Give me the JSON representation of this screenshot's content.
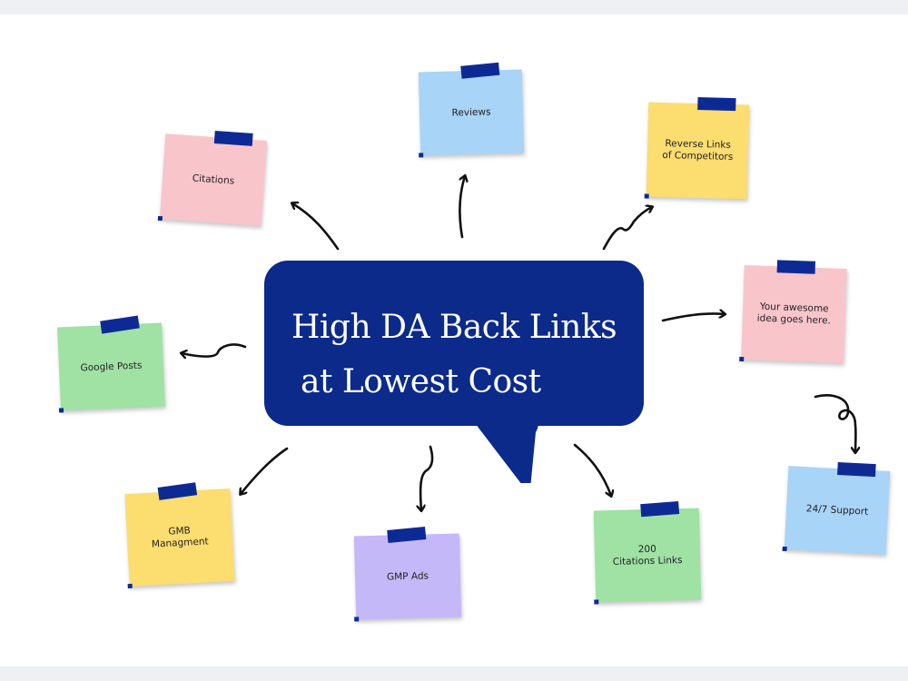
{
  "center": {
    "line1": "High DA Back Links",
    "line2": "at Lowest Cost",
    "color": "#0b2a8a"
  },
  "notes": [
    {
      "id": "reviews",
      "text": "Reviews",
      "color": "#a8d4f7"
    },
    {
      "id": "citations",
      "text": "Citations",
      "color": "#f8c5cb"
    },
    {
      "id": "reverse",
      "text": "Reverse Links\nof Competitors",
      "color": "#fbdd70"
    },
    {
      "id": "idea",
      "text": "Your awesome\nidea goes here.",
      "color": "#f8c5cb"
    },
    {
      "id": "google",
      "text": "Google Posts",
      "color": "#9fe2a4"
    },
    {
      "id": "support",
      "text": "24/7 Support",
      "color": "#a8d4f7"
    },
    {
      "id": "gmb",
      "text": "GMB\nManagment",
      "color": "#fbdd70"
    },
    {
      "id": "gmp",
      "text": "GMP Ads",
      "color": "#c5b8f8"
    },
    {
      "id": "c200",
      "text": "200\nCitations Links",
      "color": "#9fe2a4"
    }
  ],
  "tape_color": "#0d2a94"
}
